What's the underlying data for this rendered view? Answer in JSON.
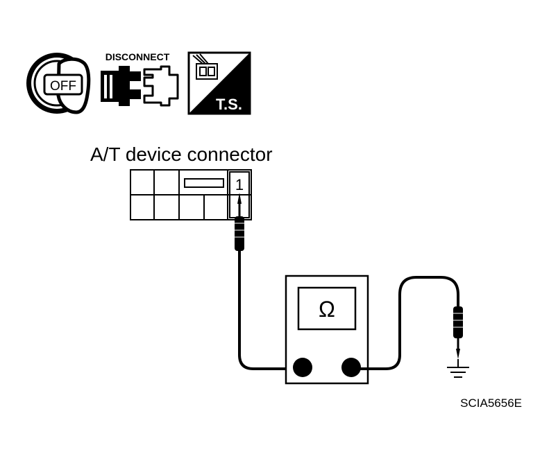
{
  "icons": {
    "ignition": {
      "name": "ignition-key-off-icon",
      "text": "OFF"
    },
    "disconnect": {
      "name": "disconnect-connector-icon",
      "text": "DISCONNECT"
    },
    "terminal_side": {
      "name": "terminal-side-icon",
      "text": "T.S."
    }
  },
  "connector": {
    "title": "A/T device connector",
    "terminal_number": "1"
  },
  "meter": {
    "display_symbol": "Ω"
  },
  "figure_id": "SCIA5656E"
}
